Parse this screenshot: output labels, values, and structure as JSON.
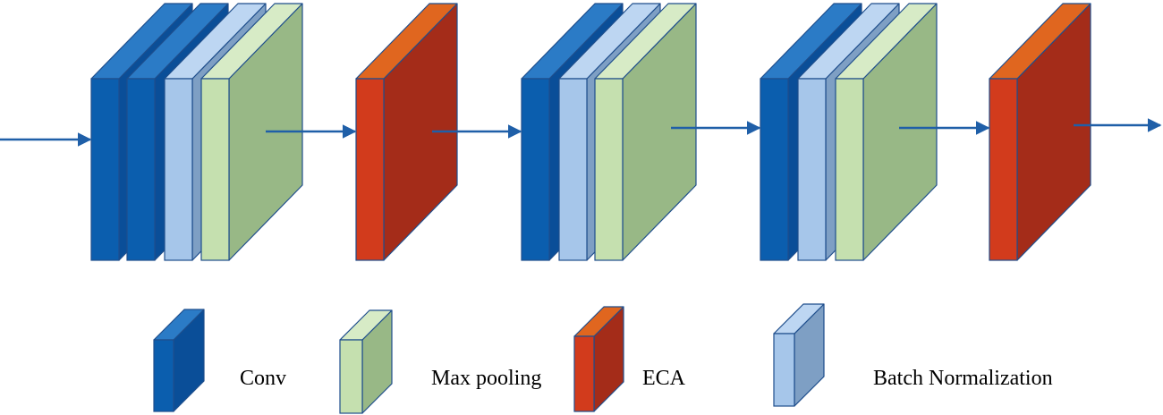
{
  "colors": {
    "conv": {
      "front": "#0B5EAE",
      "side": "#0A4E98",
      "top": "#2B7BC6",
      "stroke": "#1F4E8C"
    },
    "pool": {
      "front": "#C5E0AF",
      "side": "#98B886",
      "top": "#D7EBC6",
      "stroke": "#1F4E8C"
    },
    "eca": {
      "front": "#D23B1C",
      "side": "#A42C19",
      "top": "#E0661F",
      "stroke": "#1F4E8C"
    },
    "bn": {
      "front": "#A6C6EA",
      "side": "#7E9FC4",
      "top": "#BDD6F2",
      "stroke": "#1F4E8C"
    },
    "arrow": "#1F5FA8"
  },
  "legend": {
    "conv": {
      "icon": "conv-block-icon",
      "label": "Conv"
    },
    "pool": {
      "icon": "max-pooling-block-icon",
      "label": "Max pooling"
    },
    "eca": {
      "icon": "eca-block-icon",
      "label": "ECA"
    },
    "bn": {
      "icon": "batch-normalization-block-icon",
      "label": "Batch Normalization"
    }
  },
  "sequence": [
    {
      "stage": 1,
      "layers": [
        "conv",
        "conv",
        "bn",
        "pool"
      ]
    },
    {
      "stage": 2,
      "layers": [
        "eca"
      ]
    },
    {
      "stage": 3,
      "layers": [
        "conv",
        "bn",
        "pool"
      ]
    },
    {
      "stage": 4,
      "layers": [
        "conv",
        "bn",
        "pool"
      ]
    },
    {
      "stage": 5,
      "layers": [
        "eca"
      ]
    }
  ]
}
